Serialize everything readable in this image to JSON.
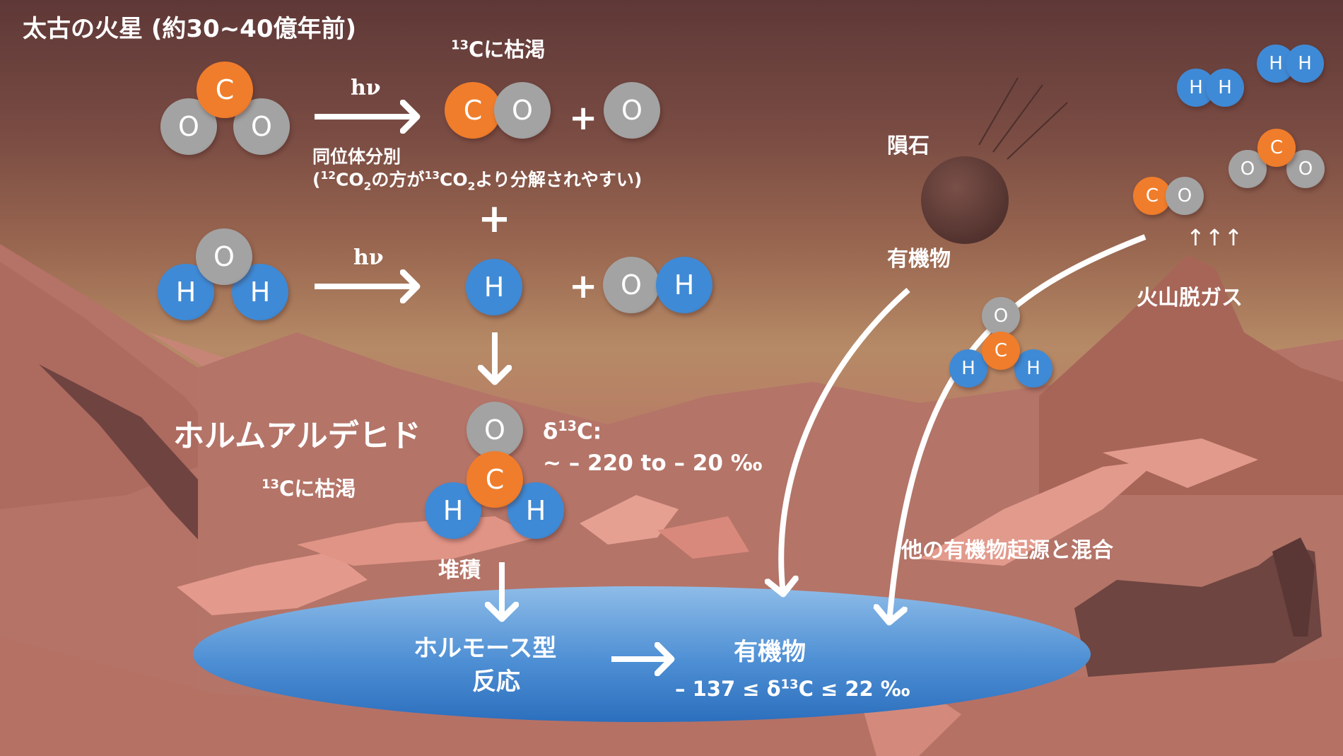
{
  "title": "太古の火星 (約30~40億年前)",
  "colors": {
    "carbon": "#f07d2b",
    "oxygen": "#a3a3a3",
    "hydrogen": "#3f8ad6",
    "lake": "#3b82cf",
    "sky_top": "#5e3837",
    "ground": "#b06e62"
  },
  "reaction1": {
    "depleted_label": "Cに枯渇",
    "depleted_sup": "13",
    "hv": "hν",
    "plus": "+",
    "fractionation_label": "同位体分別",
    "fractionation_note": {
      "open": "(",
      "sup1": "12",
      "co": "CO",
      "sub": "2",
      "mid": "の方が",
      "sup2": "13",
      "co2": "CO",
      "sub2": "2",
      "end": "より分解されやすい)"
    }
  },
  "plus_between": "+",
  "reaction2": {
    "hv": "hν",
    "plus": "+"
  },
  "formaldehyde": {
    "name": "ホルムアルデヒド",
    "depleted_label": "Cに枯渇",
    "depleted_sup": "13",
    "delta_label_pre": "δ",
    "delta_sup": "13",
    "delta_label_post": "C:",
    "delta_range": "~ – 220 to – 20 ‰"
  },
  "deposition": "堆積",
  "lake": {
    "reaction_line1": "ホルモース型",
    "reaction_line2": "反応",
    "product": "有機物",
    "product_range_pre": "– 137 ≤ δ",
    "product_range_sup": "13",
    "product_range_post": "C ≤ 22 ‰"
  },
  "meteorite": {
    "label": "隕石",
    "organics": "有機物"
  },
  "volcano": {
    "label": "火山脱ガス",
    "up_arrows": "↑↑↑"
  },
  "mixing": "他の有機物起源と混合",
  "atoms": {
    "C": "C",
    "O": "O",
    "H": "H"
  }
}
